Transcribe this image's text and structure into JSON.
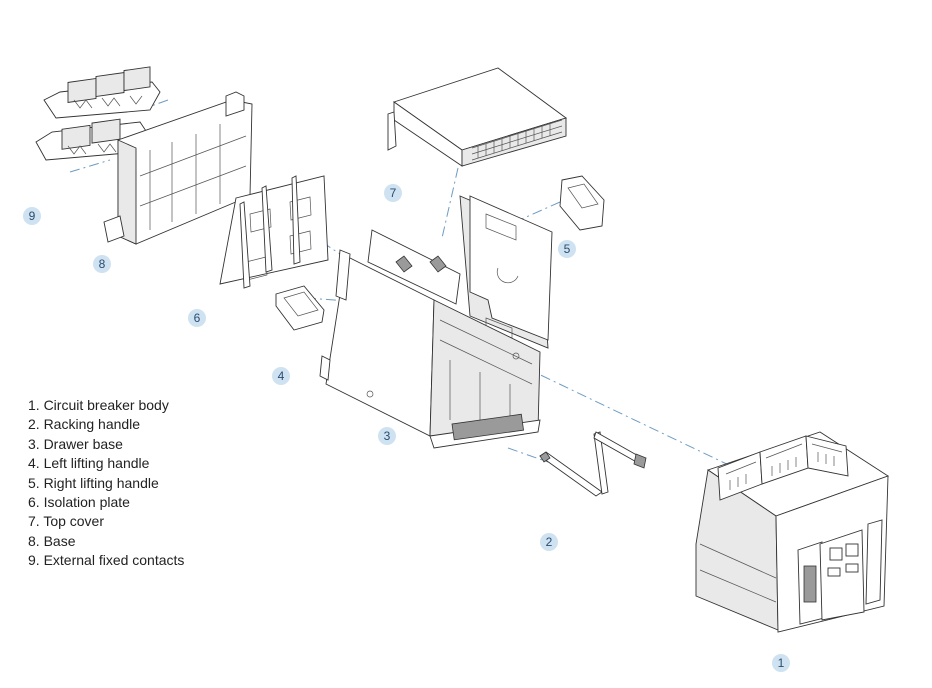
{
  "legend": [
    "1. Circuit breaker body",
    "2. Racking handle",
    "3. Drawer base",
    "4. Left lifting handle",
    "5. Right lifting handle",
    "6. Isolation plate",
    "7. Top cover",
    "8. Base",
    "9. External fixed contacts"
  ],
  "callouts": {
    "n1": "1",
    "n2": "2",
    "n3": "3",
    "n4": "4",
    "n5": "5",
    "n6": "6",
    "n7": "7",
    "n8": "8",
    "n9": "9"
  },
  "colors": {
    "callout_fill": "#cfe2f1",
    "callout_text": "#2a4c6e",
    "leader_line": "#6f9cc3",
    "line_art": "#333333"
  }
}
